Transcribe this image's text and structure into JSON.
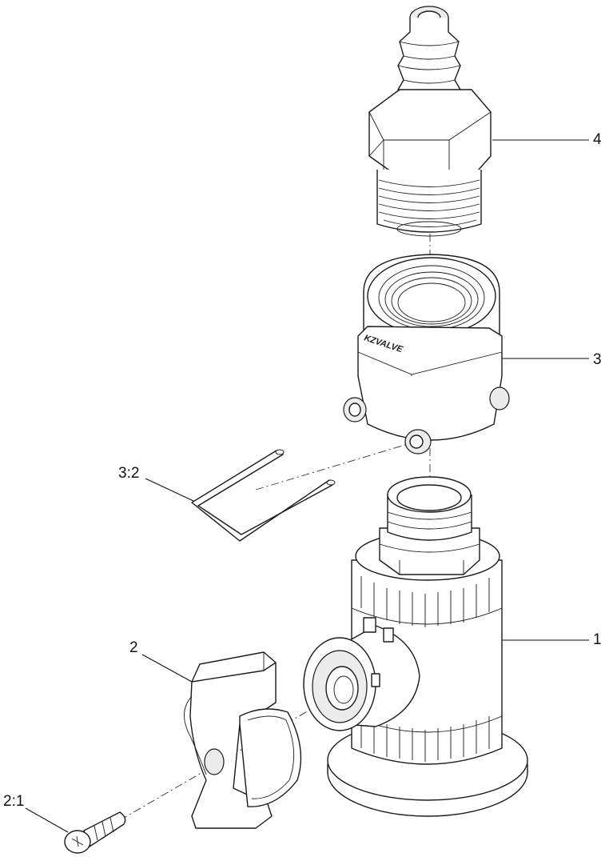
{
  "callouts": {
    "part_4": "4",
    "part_3": "3",
    "part_3_2": "3:2",
    "part_1": "1",
    "part_2": "2",
    "part_2_1": "2:1"
  },
  "embossed_text": "KZVALVE",
  "colors": {
    "line": "#1a1a1a",
    "background": "#ffffff",
    "shade": "#ececec"
  }
}
